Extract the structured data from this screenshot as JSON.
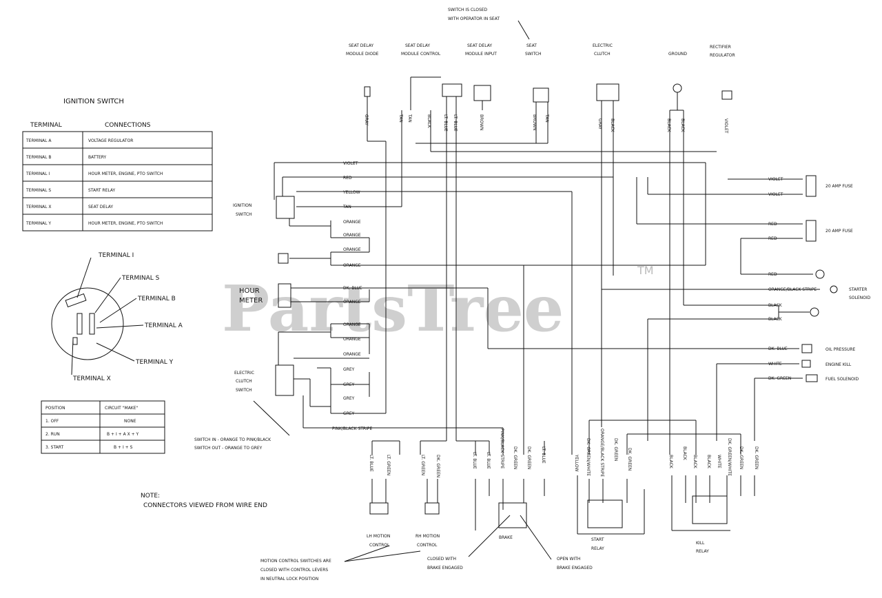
{
  "ignition_table": {
    "title": "IGNITION SWITCH",
    "header_terminal": "TERMINAL",
    "header_connections": "CONNECTIONS",
    "rows": [
      {
        "terminal": "TERMINAL A",
        "connection": "VOLTAGE REGULATOR"
      },
      {
        "terminal": "TERMINAL B",
        "connection": "BATTERY"
      },
      {
        "terminal": "TERMINAL I",
        "connection": "HOUR METER, ENGINE, PTO SWITCH"
      },
      {
        "terminal": "TERMINAL S",
        "connection": "START RELAY"
      },
      {
        "terminal": "TERMINAL X",
        "connection": "SEAT DELAY"
      },
      {
        "terminal": "TERMINAL Y",
        "connection": "HOUR METER, ENGINE, PTO SWITCH"
      }
    ]
  },
  "terminal_labels": {
    "i": "TERMINAL I",
    "s": "TERMINAL S",
    "b": "TERMINAL B",
    "a": "TERMINAL A",
    "y": "TERMINAL Y",
    "x": "TERMINAL X"
  },
  "position_table": {
    "header_position": "POSITION",
    "header_circuit": "CIRCUIT \"MAKE\"",
    "rows": [
      {
        "position": "1. OFF",
        "circuit": "NONE"
      },
      {
        "position": "2. RUN",
        "circuit": "B + I + A   X + Y"
      },
      {
        "position": "3. START",
        "circuit": "B + I + S"
      }
    ]
  },
  "note": {
    "title": "NOTE:",
    "text": "CONNECTORS VIEWED FROM WIRE END"
  },
  "top_components": {
    "seat_delay_diode": [
      "SEAT DELAY",
      "MODULE DIODE"
    ],
    "seat_delay_control": [
      "SEAT DELAY",
      "MODULE CONTROL"
    ],
    "seat_delay_input": [
      "SEAT DELAY",
      "MODULE INPUT"
    ],
    "seat_switch": [
      "SEAT",
      "SWITCH"
    ],
    "seat_switch_note": [
      "SWITCH IS CLOSED",
      "WITH OPERATOR IN SEAT"
    ],
    "electric_clutch": [
      "ELECTRIC",
      "CLUTCH"
    ],
    "ground": "GROUND",
    "rectifier": [
      "RECTIFIER",
      "REGULATOR"
    ]
  },
  "top_wire_labels": [
    "GRAY",
    "TAN",
    "TAN",
    "BLACK",
    "LT. BLUE",
    "LT. BLUE",
    "BROWN",
    "BROWN",
    "TAN",
    "GRAY",
    "BLACK",
    "BLACK",
    "BLACK",
    "VIOLET"
  ],
  "left_components": {
    "ignition_switch": [
      "IGNITION",
      "SWITCH"
    ],
    "hour_meter": [
      "HOUR",
      "METER"
    ],
    "electric_clutch_switch": [
      "ELECTRIC",
      "CLUTCH",
      "SWITCH"
    ],
    "switch_note": [
      "SWITCH IN - ORANGE TO PINK/BLACK",
      "SWITCH OUT - ORANGE TO GREY"
    ]
  },
  "bus_wire_labels": [
    "VIOLET",
    "RED",
    "YELLOW",
    "TAN",
    "ORANGE",
    "ORANGE",
    "ORANGE",
    "ORANGE",
    "DK. BLUE",
    "ORANGE",
    "ORANGE",
    "ORANGE",
    "ORANGE",
    "GREY",
    "GREY",
    "GREY",
    "GREY",
    "PINK/BLACK STRIPE"
  ],
  "right_components": {
    "fuse_1": "20 AMP FUSE",
    "fuse_2": "20 AMP FUSE",
    "starter_solenoid": [
      "STARTER",
      "SOLENOID"
    ],
    "oil_pressure": "OIL PRESSURE",
    "engine_kill": "ENGINE KILL",
    "fuel_solenoid": "FUEL SOLENOID"
  },
  "right_wire_labels": [
    "VIOLET",
    "VIOLET",
    "RED",
    "RED",
    "RED",
    "ORANGE/BLACK STRIPE",
    "BLACK",
    "BLACK",
    "DK. BLUE",
    "WHITE",
    "DK. GREEN"
  ],
  "bottom_wire_labels": [
    "LT. BLUE",
    "LT. GREEN",
    "LT. GREEN",
    "DK. GREEN",
    "LT. BLUE",
    "LT. BLUE",
    "PINK/BLACK STRIPE",
    "DK. GREEN",
    "DK. GREEN",
    "LT. BLUE",
    "YELLOW",
    "DK. GREEN/WHITE",
    "ORANGE/BLACK STRIPE",
    "DK. GREEN",
    "DK. GREEN",
    "BLACK",
    "BLACK",
    "BLACK",
    "BLACK",
    "WHITE",
    "DK. GREEN/WHITE",
    "DK. GREEN",
    "DK. GREEN"
  ],
  "bottom_components": {
    "lh_motion": [
      "LH MOTION",
      "CONTROL"
    ],
    "rh_motion": [
      "RH MOTION",
      "CONTROL"
    ],
    "brake": "BRAKE",
    "start_relay": [
      "START",
      "RELAY"
    ],
    "kill_relay": [
      "KILL",
      "RELAY"
    ],
    "motion_note": [
      "MOTION CONTROL SWITCHES ARE",
      "CLOSED WITH CONTROL LEVERS",
      "IN NEUTRAL LOCK POSITION"
    ],
    "closed_note": [
      "CLOSED WITH",
      "BRAKE ENGAGED"
    ],
    "open_note": [
      "OPEN WITH",
      "BRAKE ENGAGED"
    ]
  },
  "watermark": {
    "text": "PartsTree",
    "mark": "TM"
  }
}
